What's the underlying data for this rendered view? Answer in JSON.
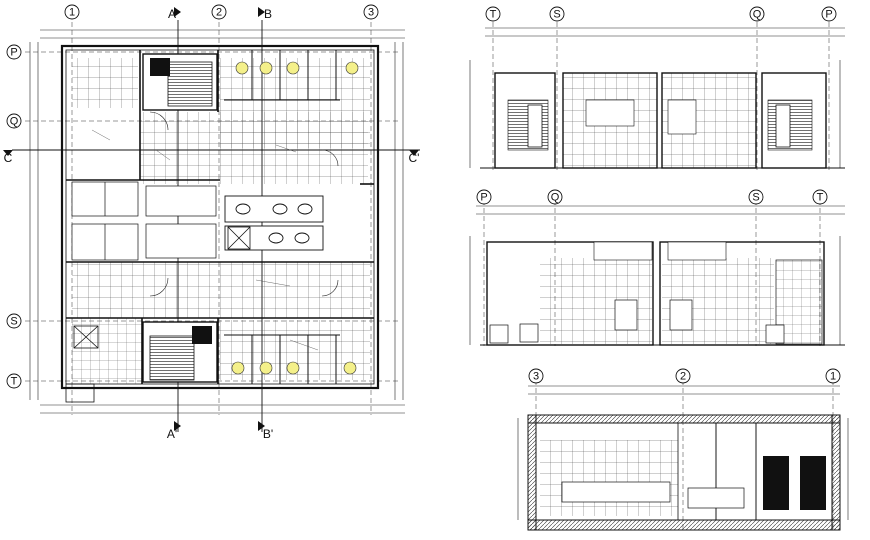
{
  "plan": {
    "grid_top": [
      "1",
      "2",
      "3"
    ],
    "grid_side": [
      "P",
      "Q",
      "S",
      "T"
    ],
    "section_cuts": [
      "A",
      "B",
      "C",
      "A'",
      "B'",
      "C'"
    ]
  },
  "elevation_top": {
    "grid": [
      "T",
      "S",
      "Q",
      "P"
    ]
  },
  "elevation_mid": {
    "grid": [
      "P",
      "Q",
      "S",
      "T"
    ]
  },
  "section_bottom": {
    "grid": [
      "3",
      "2",
      "1"
    ]
  },
  "colors": {
    "line": "#111111",
    "highlight": "#f4f08a",
    "fill_dark": "#111111"
  }
}
